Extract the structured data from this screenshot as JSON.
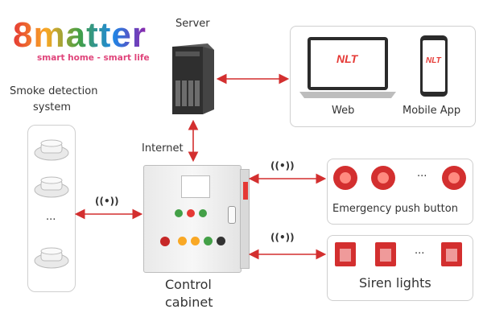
{
  "logo": {
    "main": "8matter",
    "tagline": "smart home - smart life"
  },
  "labels": {
    "server": "Server",
    "smoke_system": "Smoke detection system",
    "smoke_line1": "Smoke detection",
    "smoke_line2": "system",
    "internet": "Internet",
    "control_line1": "Control",
    "control_line2": "cabinet",
    "web": "Web",
    "mobile_app": "Mobile App",
    "emergency": "Emergency push button",
    "siren": "Siren lights",
    "ellipsis": "...",
    "brand_screen": "NLT",
    "wireless": "((•))"
  },
  "colors": {
    "arrow": "#d32f2f",
    "brand_red": "#e53935",
    "box_border": "#cfcfcf"
  }
}
